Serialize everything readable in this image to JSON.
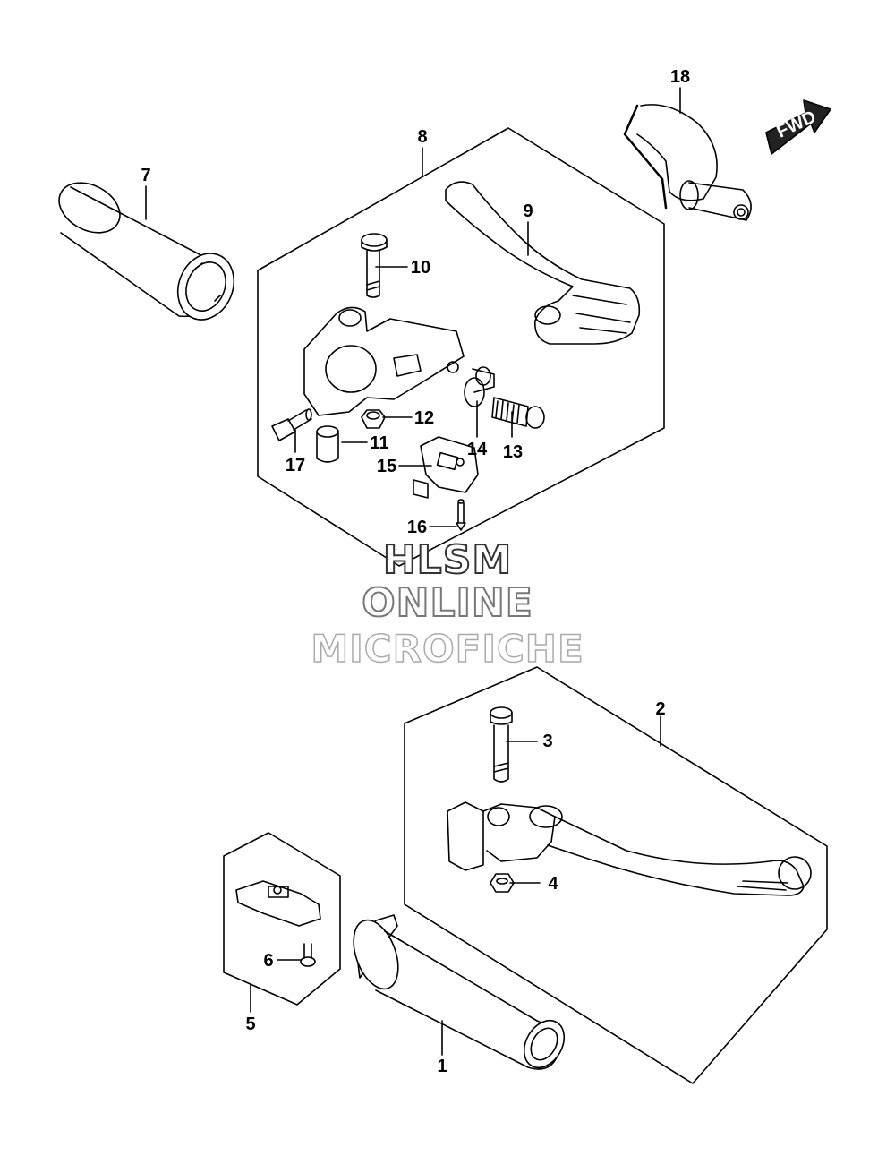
{
  "labels": {
    "l1": "1",
    "l2": "2",
    "l3": "3",
    "l4": "4",
    "l5": "5",
    "l6": "6",
    "l7": "7",
    "l8": "8",
    "l9": "9",
    "l10": "10",
    "l11": "11",
    "l12": "12",
    "l13": "13",
    "l14": "14",
    "l15": "15",
    "l16": "16",
    "l17": "17",
    "l18": "18"
  },
  "fwd_arrow": "FWD",
  "watermark": {
    "line1": "HLSM",
    "line2": "ONLINE",
    "line3": "MICROFICHE"
  }
}
